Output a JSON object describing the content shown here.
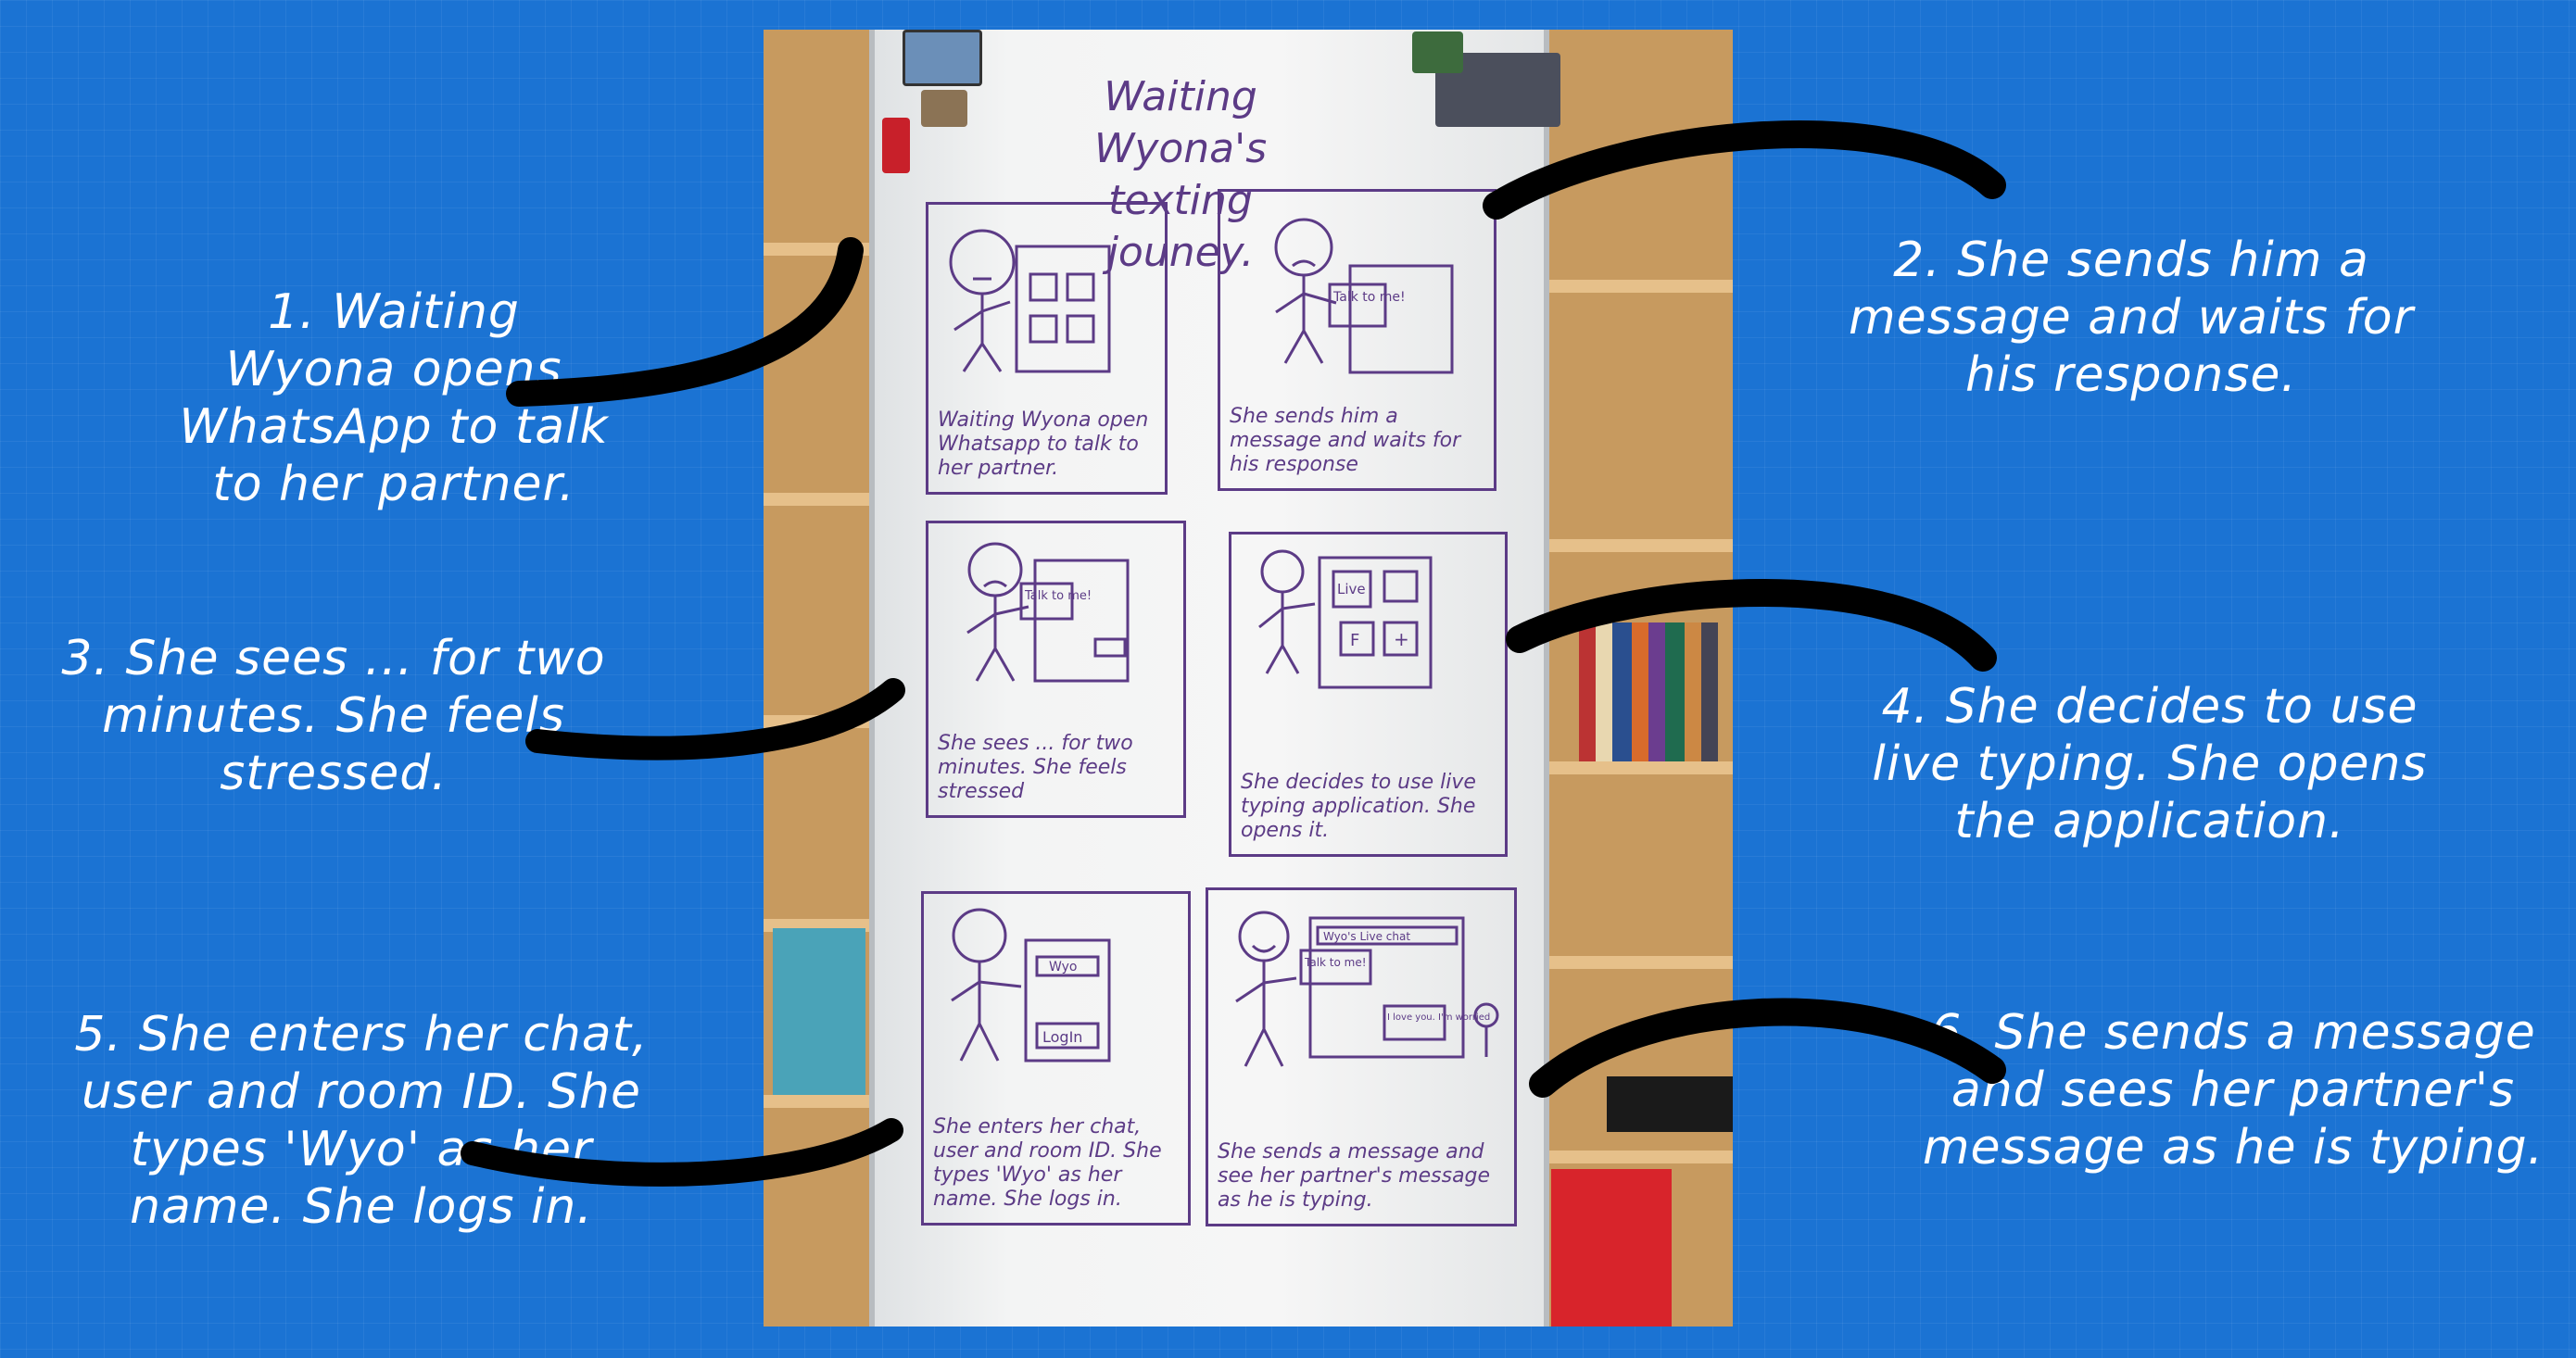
{
  "board": {
    "title": "Waiting Wyona's texting jouney."
  },
  "panels": [
    {
      "text": "Waiting Wyona open Whatsapp to talk to her partner."
    },
    {
      "text": "She sends him a message and waits for his response"
    },
    {
      "text": "She sees ... for two minutes. She feels stressed"
    },
    {
      "text": "She decides to use live typing application. She opens it."
    },
    {
      "text": "She enters her chat, user and room ID. She types 'Wyo' as her name. She logs in."
    },
    {
      "text": "She sends a message and see her partner's message as he is typing."
    }
  ],
  "sketch_labels": {
    "talk_to_me_1": "Talk to me!",
    "talk_to_me_2": "Talk to me!",
    "live": "Live",
    "f": "F",
    "plus": "+",
    "wyo": "Wyo",
    "login": "LogIn",
    "wyos_live_chat": "Wyo's Live chat",
    "talk_to_me_3": "Talk to me!",
    "i_love_you": "I love you. I'm worried"
  },
  "captions": [
    {
      "id": "1",
      "text": "1. Waiting Wyona opens WhatsApp to talk to her partner."
    },
    {
      "id": "2",
      "text": "2. She sends him a message and waits for his response."
    },
    {
      "id": "3",
      "text": "3. She sees ... for two minutes. She feels stressed."
    },
    {
      "id": "4",
      "text": "4. She decides to use live typing. She opens the application."
    },
    {
      "id": "5",
      "text": "5. She enters her chat, user and room ID. She types 'Wyo' as her name. She logs in."
    },
    {
      "id": "6",
      "text": "6. She sends a message and sees her partner's message as he is typing."
    }
  ],
  "colors": {
    "background": "#1b73d3",
    "caption_text": "#ffffff",
    "marker": "#5c3b86",
    "connector": "#000000",
    "whiteboard": "#f3f4f4",
    "shelf": "#c79a5f"
  }
}
